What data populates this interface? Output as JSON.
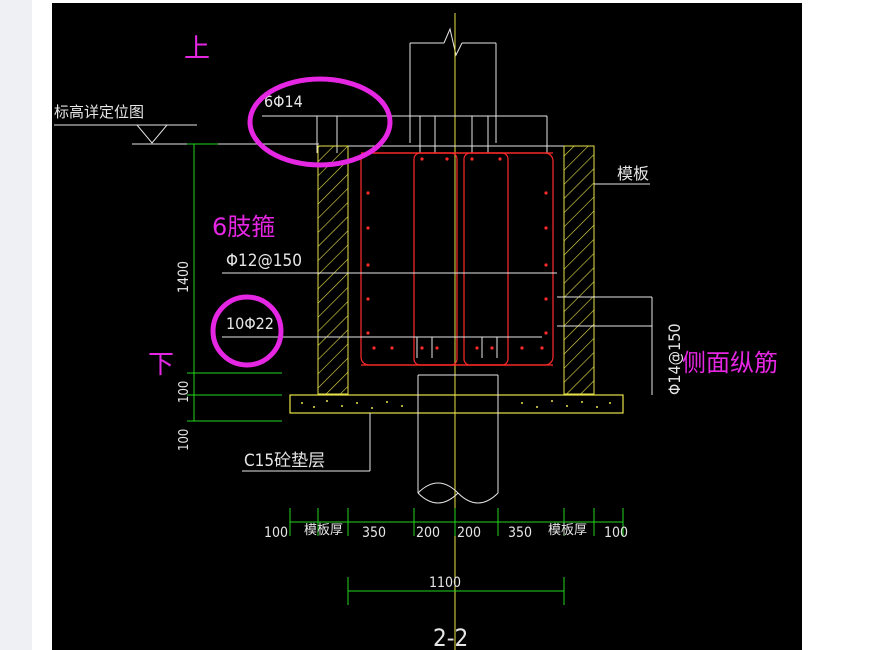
{
  "drawing": {
    "section_label": "2-2",
    "elevation_note": "标高详定位图",
    "top_rebar": "6Φ14",
    "stirrup": "Φ12@150",
    "bottom_rebar": "10Φ22",
    "side_rebar": "Φ14@150",
    "depth_dim": "1400",
    "pad_dims": [
      "100",
      "100"
    ],
    "pad_label": "C15砼垫层",
    "wall_label": "模板",
    "bottom_dims": {
      "left_pad": "100",
      "left_wall": "模板厚",
      "left_inner": "350",
      "center_left": "200",
      "center_right": "200",
      "right_inner": "350",
      "right_wall": "模板厚",
      "right_pad": "100",
      "total": "1100"
    }
  },
  "annotations": {
    "top_label": "上",
    "bottom_label": "下",
    "stirrup_note": "6肢箍",
    "side_note": "侧面纵筋"
  },
  "colors": {
    "canvas": "#000000",
    "line_white": "#e6e6e6",
    "line_yellow": "#e8e24a",
    "line_green": "#25d51f",
    "rebar_red": "#ff2a2a",
    "annotation_magenta": "#e526e3"
  }
}
